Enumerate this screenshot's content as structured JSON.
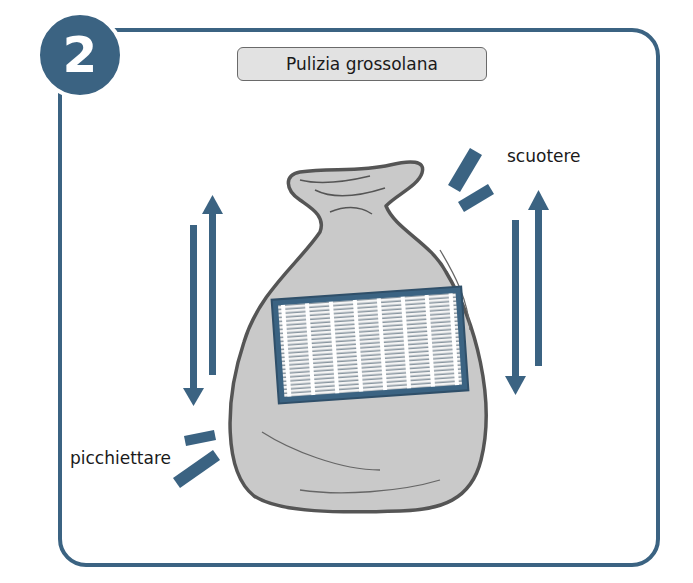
{
  "diagram": {
    "nodes": [
      {
        "text": [
          "2"
        ]
      },
      {
        "text": [
          "Pulizia grossolana"
        ]
      }
    ],
    "labels": [
      "scuotere",
      "picchiettare"
    ]
  }
}
